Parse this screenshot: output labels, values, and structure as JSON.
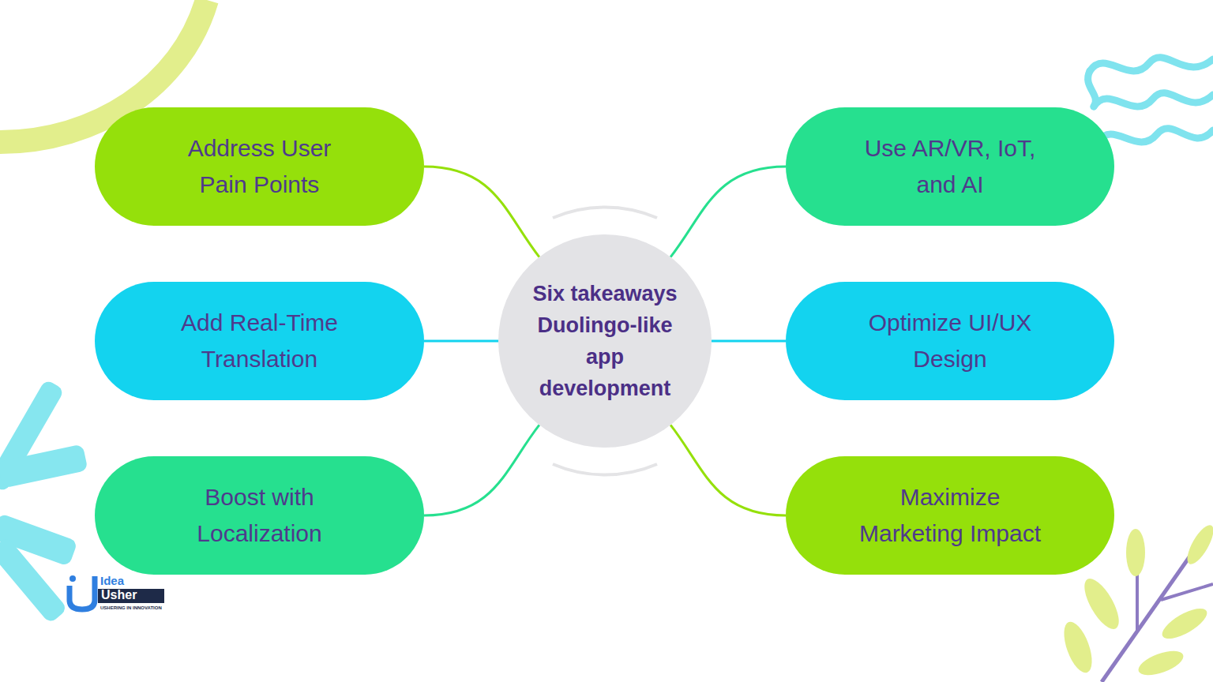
{
  "diagram": {
    "nodes": [
      {
        "text": [
          "Six takeaways Duolingo-like app development"
        ]
      },
      {
        "text": [
          "Address User Pain Points"
        ]
      },
      {
        "text": [
          "Use AR/VR, IoT, and AI"
        ]
      },
      {
        "text": [
          "Add Real-Time Translation"
        ]
      },
      {
        "text": [
          "Optimize UI/UX Design"
        ]
      },
      {
        "text": [
          "Boost with Localization"
        ]
      },
      {
        "text": [
          "Maximize Marketing Impact"
        ]
      }
    ],
    "edges": [
      {
        "from": 0,
        "to": 1,
        "arrow": "none"
      },
      {
        "from": 0,
        "to": 2,
        "arrow": "none"
      },
      {
        "from": 0,
        "to": 3,
        "arrow": "none"
      },
      {
        "from": 0,
        "to": 4,
        "arrow": "none"
      },
      {
        "from": 0,
        "to": 5,
        "arrow": "none"
      },
      {
        "from": 0,
        "to": 6,
        "arrow": "none"
      }
    ],
    "labels": [
      "Idea",
      "Usher",
      "USHERING IN INNOVATION"
    ]
  }
}
